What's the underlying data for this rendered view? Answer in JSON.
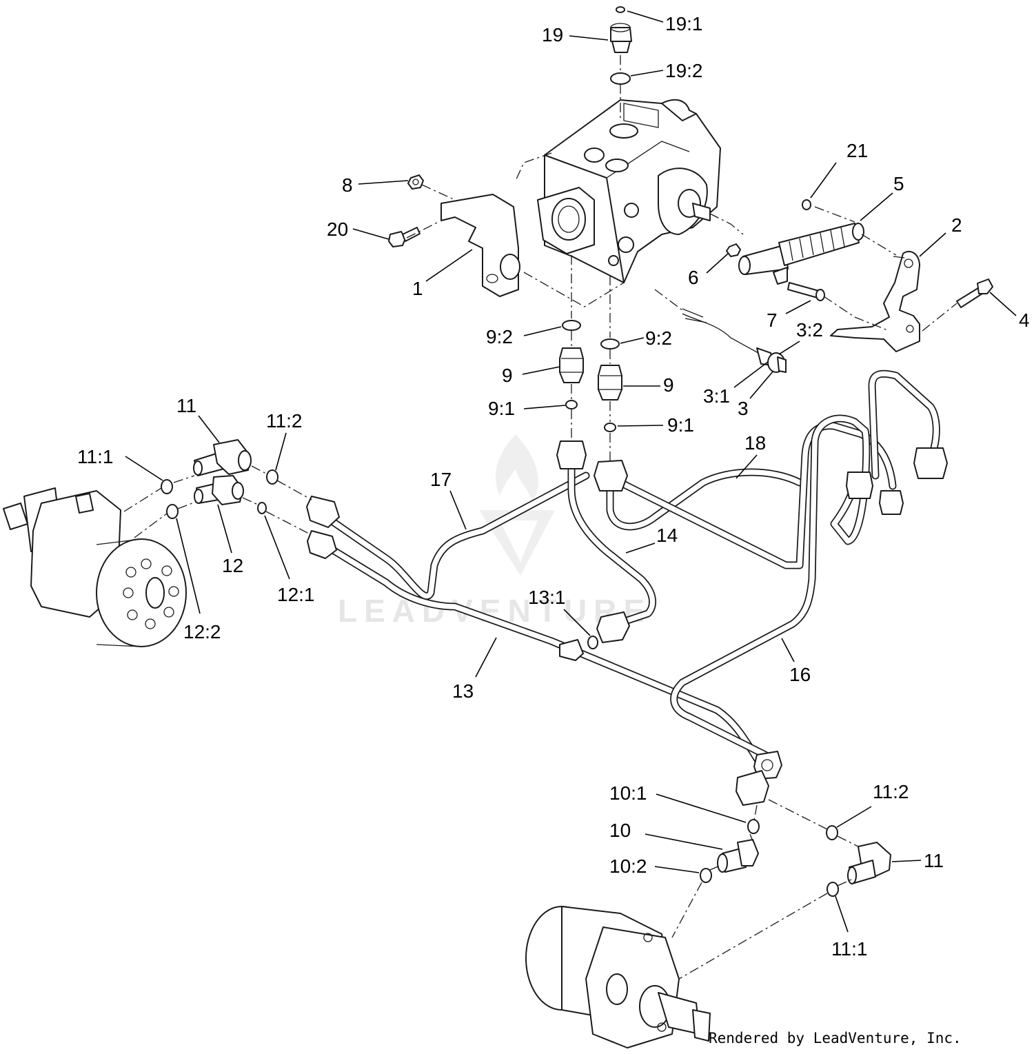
{
  "watermark": {
    "text": "LEADVENTURE"
  },
  "footer": {
    "credit": "Rendered by LeadVenture, Inc."
  },
  "callouts": {
    "c1": "1",
    "c2": "2",
    "c3": "3",
    "c3_1": "3:1",
    "c3_2": "3:2",
    "c4": "4",
    "c5": "5",
    "c6": "6",
    "c7": "7",
    "c8": "8",
    "c9_left": "9",
    "c9_right": "9",
    "c9_1_left": "9:1",
    "c9_1_right": "9:1",
    "c9_2_left": "9:2",
    "c9_2_right": "9:2",
    "c10": "10",
    "c10_1": "10:1",
    "c10_2": "10:2",
    "c11_top": "11",
    "c11_bottom": "11",
    "c11_1_top": "11:1",
    "c11_1_bottom": "11:1",
    "c11_2_top": "11:2",
    "c11_2_bottom": "11:2",
    "c12": "12",
    "c12_1": "12:1",
    "c12_2": "12:2",
    "c13": "13",
    "c13_1": "13:1",
    "c14": "14",
    "c16": "16",
    "c17": "17",
    "c18": "18",
    "c19": "19",
    "c19_1": "19:1",
    "c19_2": "19:2",
    "c20": "20",
    "c21": "21"
  }
}
